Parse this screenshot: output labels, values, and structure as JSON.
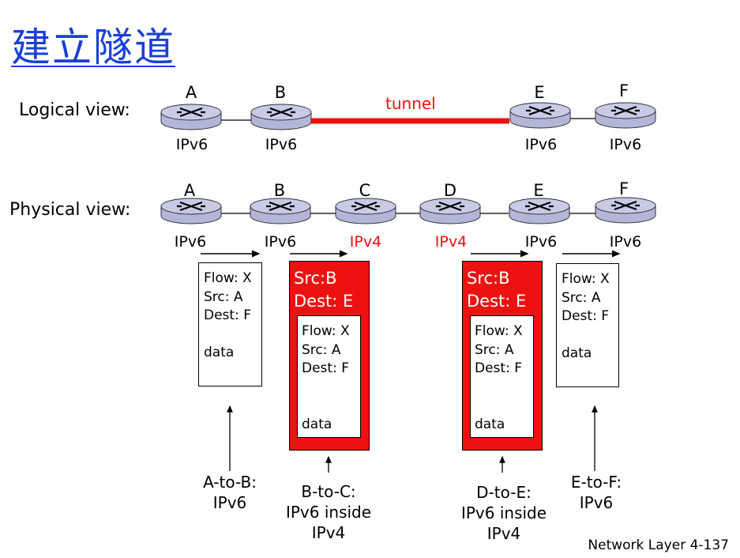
{
  "title": "建立隧道",
  "logical": {
    "label": "Logical view:",
    "tunnel_label": "tunnel",
    "routers": [
      {
        "name": "A",
        "proto": "IPv6"
      },
      {
        "name": "B",
        "proto": "IPv6"
      },
      {
        "name": "E",
        "proto": "IPv6"
      },
      {
        "name": "F",
        "proto": "IPv6"
      }
    ]
  },
  "physical": {
    "label": "Physical view:",
    "routers": [
      {
        "name": "A",
        "proto": "IPv6"
      },
      {
        "name": "B",
        "proto": "IPv6"
      },
      {
        "name": "C",
        "proto": "IPv4"
      },
      {
        "name": "D",
        "proto": "IPv4"
      },
      {
        "name": "E",
        "proto": "IPv6"
      },
      {
        "name": "F",
        "proto": "IPv6"
      }
    ]
  },
  "packets": {
    "ab": {
      "lines": [
        "Flow: X",
        "Src: A",
        "Dest: F",
        "",
        "data"
      ]
    },
    "bc": {
      "outer": [
        "Src:B",
        "Dest: E"
      ],
      "inner": [
        "Flow: X",
        "Src: A",
        "Dest: F",
        "",
        "",
        "data"
      ]
    },
    "de": {
      "outer": [
        "Src:B",
        "Dest: E"
      ],
      "inner": [
        "Flow: X",
        "Src: A",
        "Dest: F",
        "",
        "",
        "data"
      ]
    },
    "ef": {
      "lines": [
        "Flow: X",
        "Src: A",
        "Dest: F",
        "",
        "data"
      ]
    }
  },
  "captions": {
    "ab": [
      "A-to-B:",
      "IPv6"
    ],
    "bc": [
      "B-to-C:",
      "IPv6 inside",
      "IPv4"
    ],
    "de": [
      "D-to-E:",
      "IPv6 inside",
      "IPv4"
    ],
    "ef": [
      "E-to-F:",
      "IPv6"
    ]
  },
  "footer": "Network Layer 4-137",
  "colors": {
    "title": "#1a3fd6",
    "tunnel": "#ee1111",
    "ipv4": "#ee1111",
    "router_fill": "#b3b6d9"
  }
}
